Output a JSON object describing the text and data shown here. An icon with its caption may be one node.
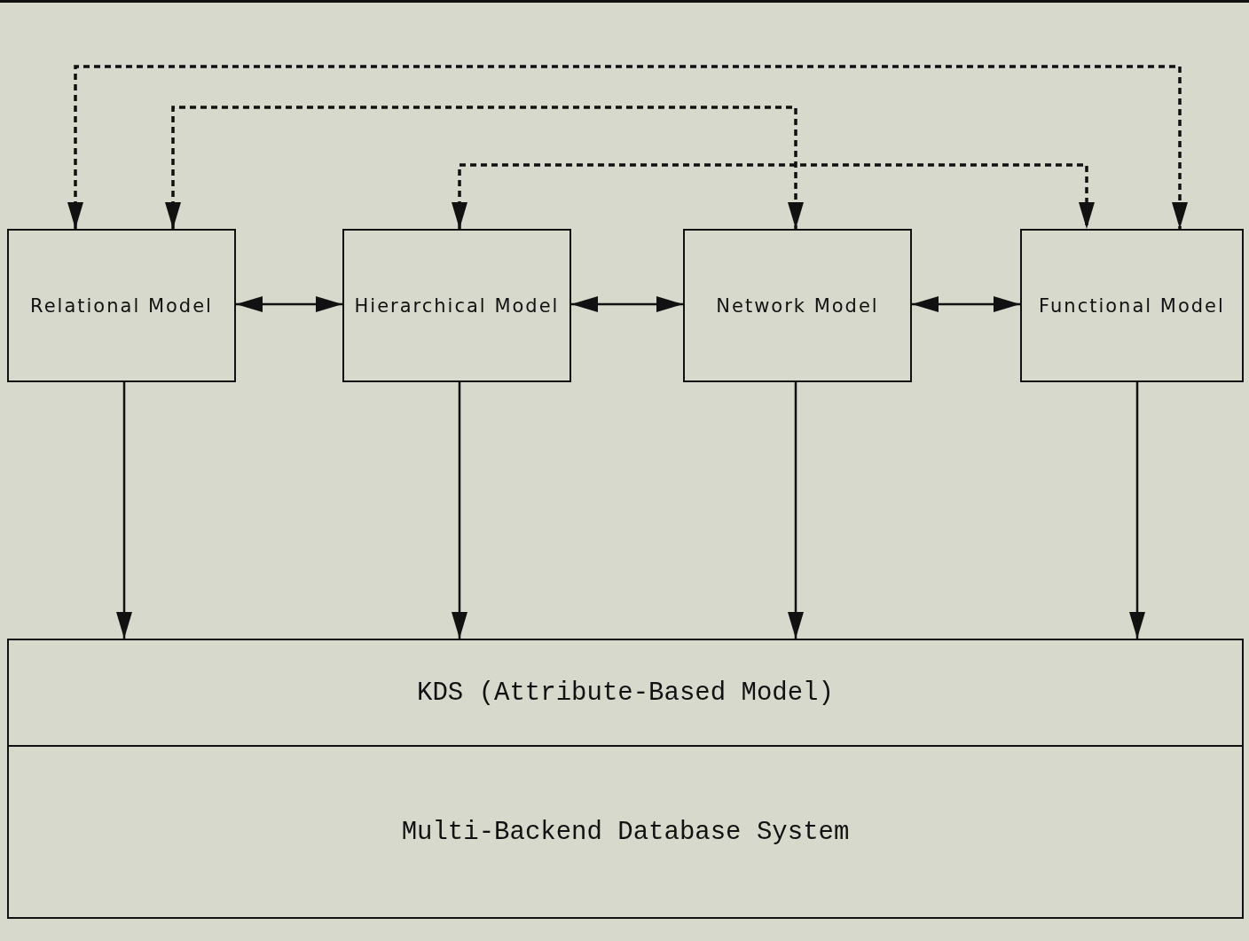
{
  "diagram": {
    "nodes": [
      {
        "text": [
          "Relational Model"
        ]
      },
      {
        "text": [
          "Hierarchical Model"
        ]
      },
      {
        "text": [
          "Network Model"
        ]
      },
      {
        "text": [
          "Functional Model"
        ]
      },
      {
        "text": [
          "KDS (Attribute-Based Model)"
        ]
      },
      {
        "text": [
          "Multi-Backend Database System"
        ]
      }
    ],
    "edges": [
      {
        "from": 0,
        "to": 3,
        "arrow": "both",
        "style": "dashed"
      },
      {
        "from": 0,
        "to": 2,
        "arrow": "both",
        "style": "dashed"
      },
      {
        "from": 1,
        "to": 3,
        "arrow": "both",
        "style": "dashed"
      },
      {
        "from": 0,
        "to": 1,
        "arrow": "both"
      },
      {
        "from": 1,
        "to": 2,
        "arrow": "both"
      },
      {
        "from": 2,
        "to": 3,
        "arrow": "both"
      },
      {
        "from": 0,
        "to": 4,
        "arrow": "to"
      },
      {
        "from": 1,
        "to": 4,
        "arrow": "to"
      },
      {
        "from": 2,
        "to": 4,
        "arrow": "to"
      },
      {
        "from": 3,
        "to": 4,
        "arrow": "to"
      }
    ]
  }
}
